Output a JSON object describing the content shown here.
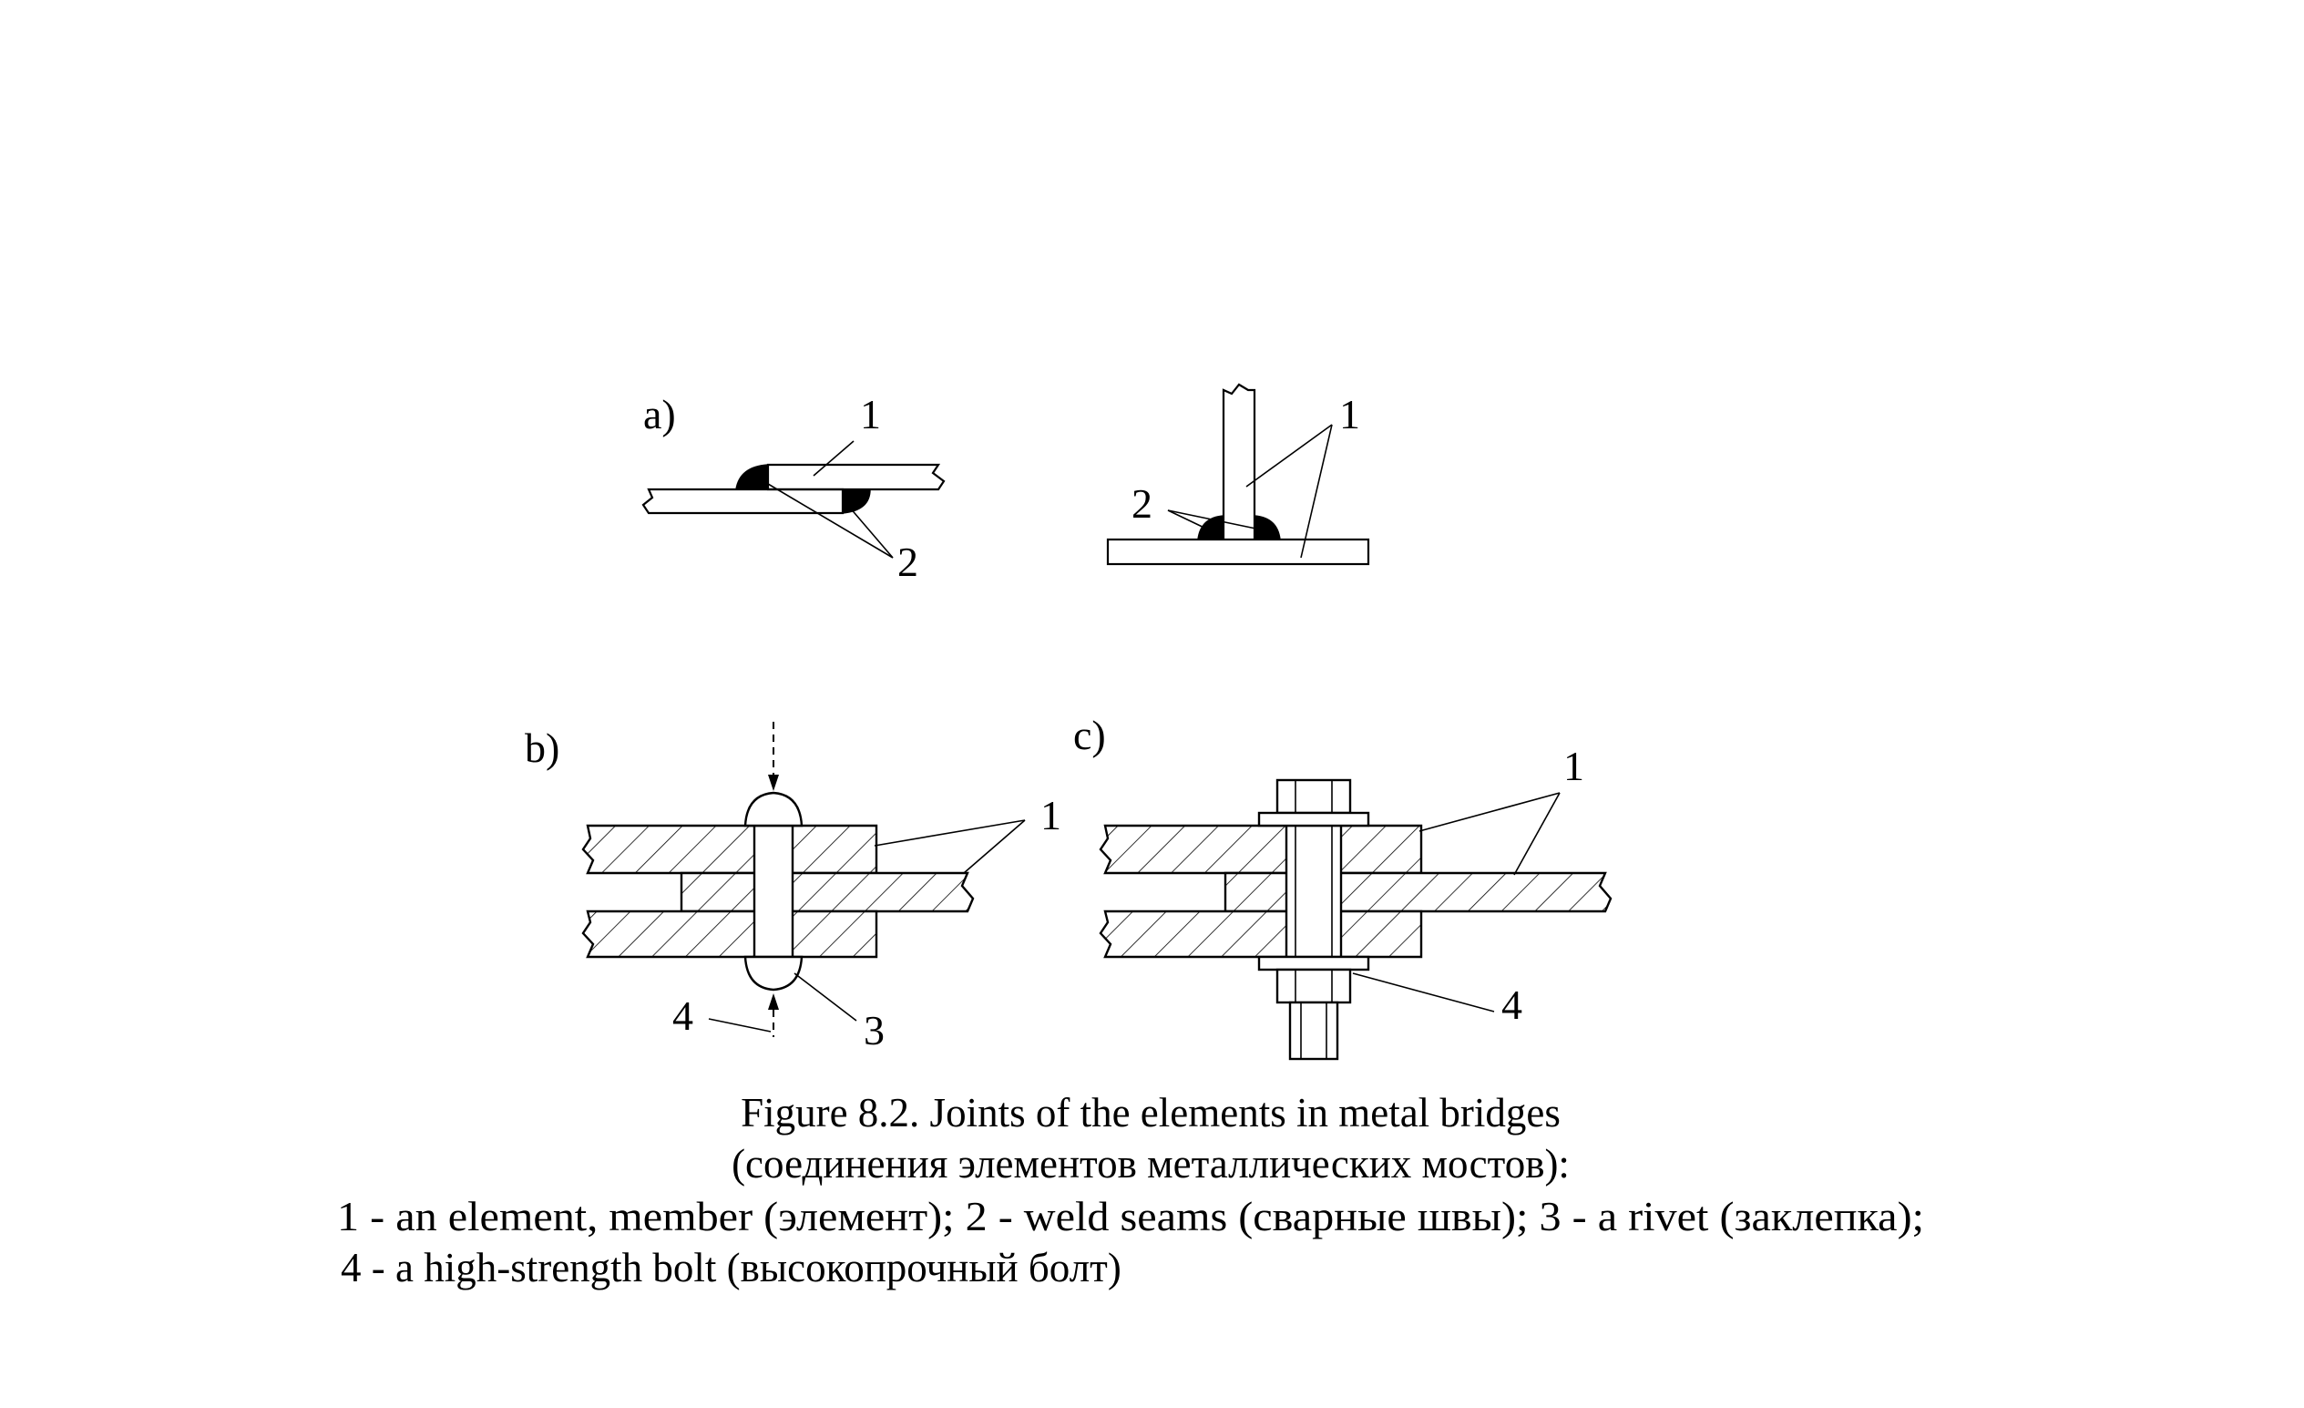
{
  "panels": {
    "a": {
      "label": "a)",
      "callouts": {
        "element_lap": "1",
        "weld_lap": "2",
        "element_tee": "1",
        "weld_tee": "2"
      }
    },
    "b": {
      "label": "b)",
      "callouts": {
        "element": "1",
        "rivet": "3",
        "bolt": "4"
      }
    },
    "c": {
      "label": "c)",
      "callouts": {
        "element": "1",
        "bolt": "4"
      }
    }
  },
  "caption": {
    "title": "Figure 8.2. Joints of the elements in metal bridges",
    "subtitle": "(соединения элементов металлических мостов):",
    "legend_line1": "1 - an element, member (элемент); 2 - weld seams (сварные швы); 3 - a rivet (заклепка);",
    "legend_line2": "4 - a high-strength bolt (высокопрочный болт)"
  }
}
